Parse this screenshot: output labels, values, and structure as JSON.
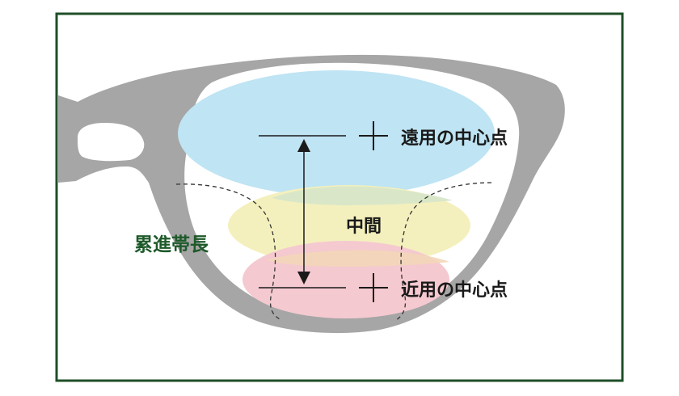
{
  "labels": {
    "far": "遠用の中心点",
    "middle": "中間",
    "near": "近用の中心点",
    "corridor": "累進帯長"
  },
  "colors": {
    "frame_border": "#1e4f27",
    "glasses_frame": "#a6a6a6",
    "far_zone": "#bfe4f3",
    "middle_zone": "#f4f0bd",
    "near_zone": "#f5c9d0",
    "corridor_text": "#1e5a2a",
    "text": "#1a1a1a"
  }
}
